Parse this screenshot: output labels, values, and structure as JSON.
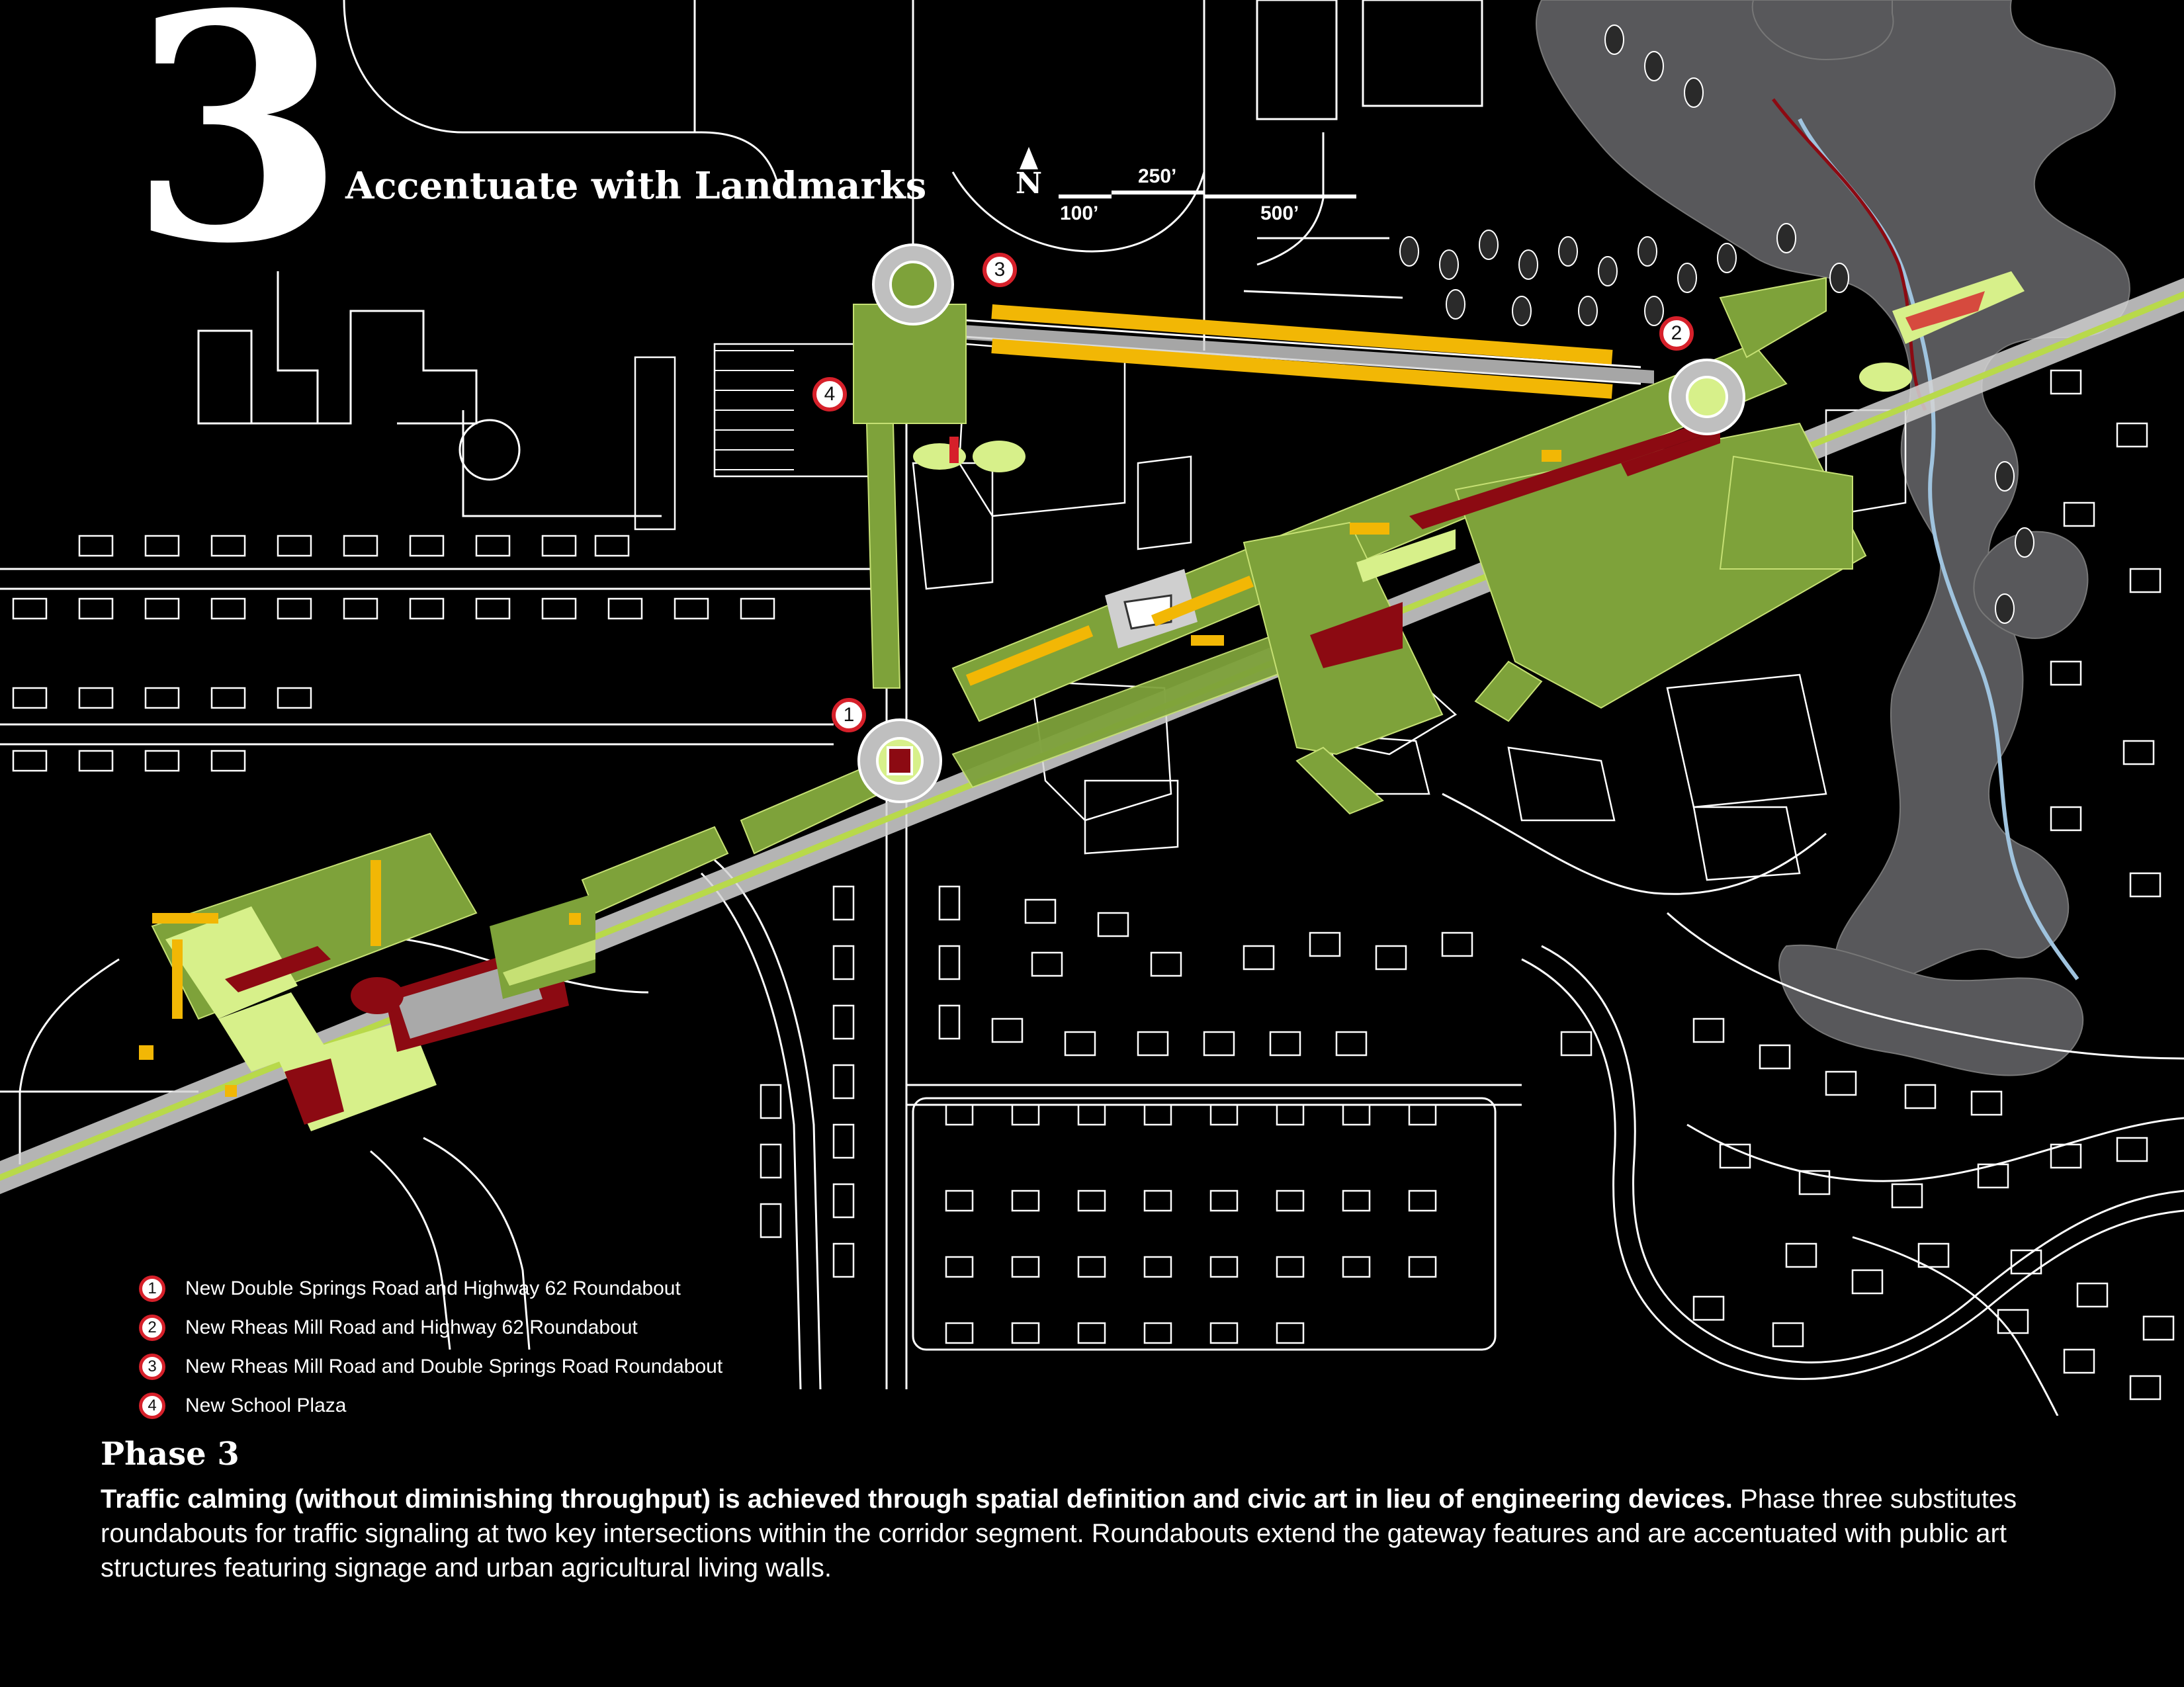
{
  "header": {
    "phase_number": "3",
    "title": "Accentuate with Landmarks",
    "north_label": "N"
  },
  "scale_bar": {
    "labels": [
      "100’",
      "250’",
      "500’"
    ]
  },
  "callouts": [
    "1",
    "2",
    "3",
    "4"
  ],
  "legend": {
    "items": [
      {
        "number": "1",
        "label": "New Double Springs Road and Highway 62 Roundabout"
      },
      {
        "number": "2",
        "label": "New Rheas Mill Road and Highway 62 Roundabout"
      },
      {
        "number": "3",
        "label": "New Rheas Mill Road and Double Springs Road Roundabout"
      },
      {
        "number": "4",
        "label": "New School Plaza"
      }
    ]
  },
  "description": {
    "heading": "Phase 3",
    "bold_text": "Traffic calming (without diminishing throughput) is achieved through spatial definition and civic art in lieu of engineering devices.",
    "body_text": " Phase three substitutes roundabouts for traffic signaling at two key intersections within the corridor segment. Roundabouts extend the gateway features and are accentuated with public art structures featuring signage and urban agricultural living walls."
  },
  "colors": {
    "background": "#000000",
    "linework": "#ffffff",
    "vegetation": "#8fb83a",
    "lawn": "#d7f08a",
    "accent_yellow": "#f2b705",
    "plaza_red": "#8c0a12",
    "creek_gray": "#5b5b5e",
    "callout_red": "#d6202a"
  }
}
